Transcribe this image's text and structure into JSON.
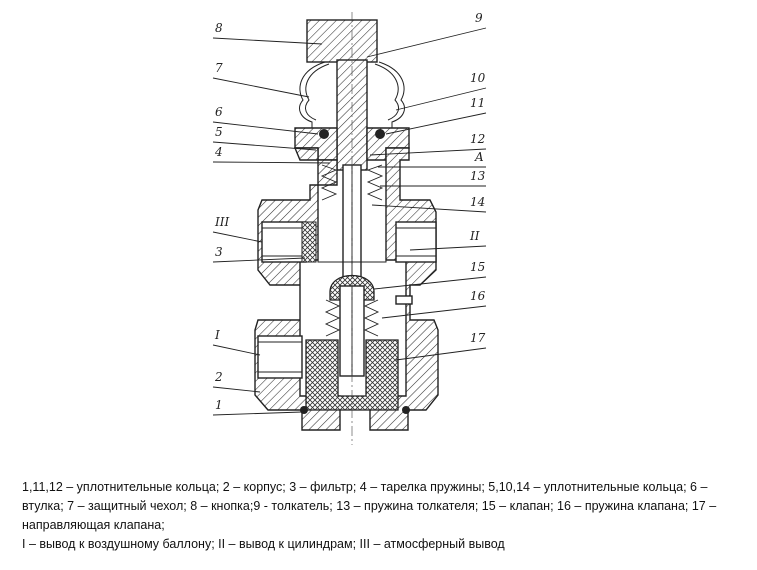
{
  "callouts": {
    "n1": "1",
    "n2": "2",
    "n3": "3",
    "n4": "4",
    "n5": "5",
    "n6": "6",
    "n7": "7",
    "n8": "8",
    "n9": "9",
    "n10": "10",
    "n11": "11",
    "n12": "12",
    "nA": "A",
    "n13": "13",
    "n14": "14",
    "n15": "15",
    "n16": "16",
    "n17": "17",
    "pI": "I",
    "pII": "II",
    "pIII": "III"
  },
  "caption": {
    "line1": "1,11,12 – уплотнительные кольца; 2 – корпус; 3 – фильтр; 4 – тарелка пружины; 5,10,14 – уплотнительные кольца; 6 – втулка; 7 – защитный чехол; 8 – кнопка;9 - толкатель; 13 – пружина толкателя; 15 – клапан; 16 – пружина клапана; 17 – направляющая клапана;",
    "line2": "I – вывод к воздушному баллону; II – вывод к цилиндрам; III – атмосферный вывод"
  }
}
